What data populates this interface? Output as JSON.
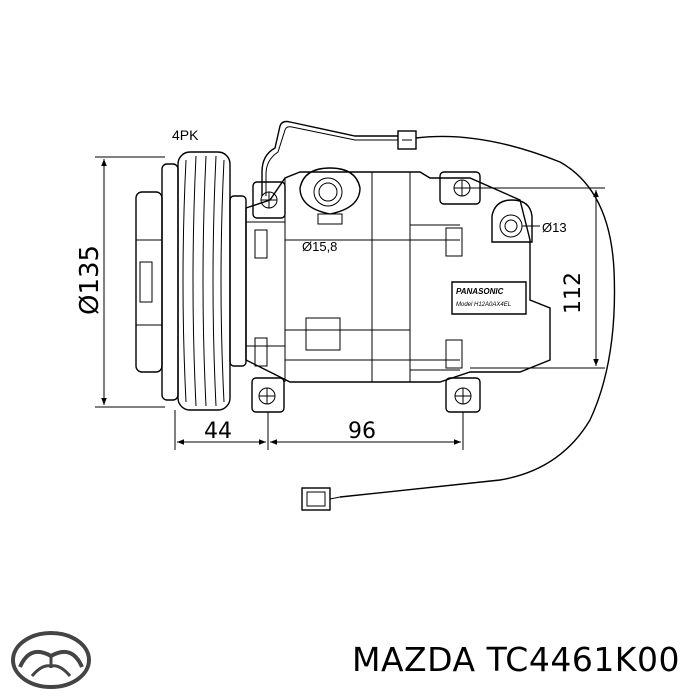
{
  "diagram": {
    "pulley_label": "4PK",
    "dim_diameter_pulley": "Ø135",
    "dim_port_left": "Ø15,8",
    "dim_port_right": "Ø13",
    "dim_height": "112",
    "dim_left": "44",
    "dim_right": "96",
    "plate_brand": "PANASONIC",
    "plate_model": "Model H12A0AX4EL"
  },
  "footer": {
    "brand": "MAZDA",
    "part_number": "TC4461K00"
  }
}
